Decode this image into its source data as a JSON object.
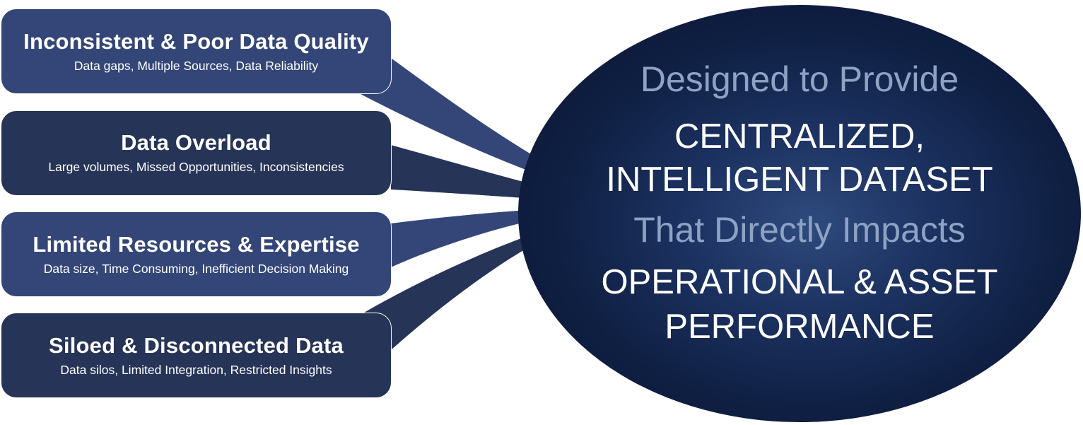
{
  "challenges": [
    {
      "title": "Inconsistent & Poor Data Quality",
      "subtitle": "Data gaps, Multiple Sources, Data Reliability"
    },
    {
      "title": "Data Overload",
      "subtitle": "Large volumes, Missed Opportunities, Inconsistencies"
    },
    {
      "title": "Limited Resources & Expertise",
      "subtitle": "Data size, Time Consuming, Inefficient Decision Making"
    },
    {
      "title": "Siloed & Disconnected Data",
      "subtitle": "Data silos, Limited Integration, Restricted Insights"
    }
  ],
  "solution": {
    "line1": "Designed to Provide",
    "line2": "CENTRALIZED,",
    "line3": "INTELLIGENT DATASET",
    "line4": "That Directly Impacts",
    "line5": "OPERATIONAL & ASSET",
    "line6": "PERFORMANCE"
  },
  "colors": {
    "box_light": "#334677",
    "box_dark": "#263457",
    "ellipse_center": "#2e4a7c",
    "ellipse_edge": "#0a1431",
    "soft_text": "#8ea3c4"
  }
}
